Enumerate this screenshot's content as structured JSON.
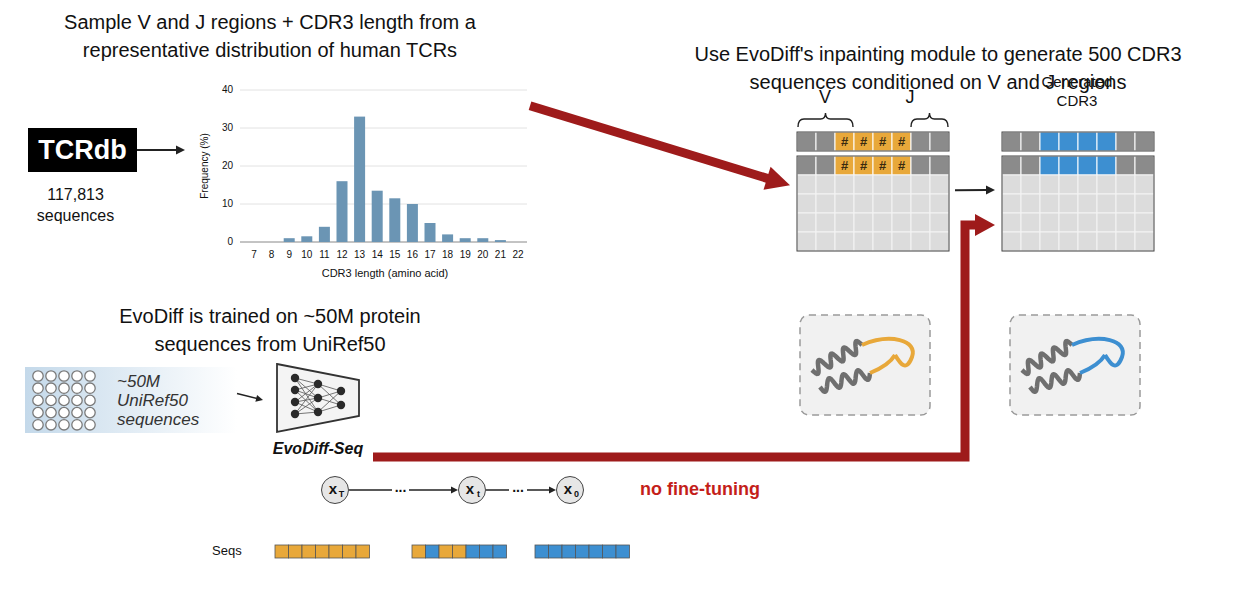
{
  "diagram": {
    "nodes": [
      {
        "text": [
          "TCRdb",
          "117,813 sequences"
        ]
      },
      {
        "text": [
          "Frequency (%)",
          "CDR3 length (amino acid)"
        ]
      },
      {
        "text": [
          "V",
          "J",
          "#",
          "#",
          "#",
          "#",
          "#",
          "#",
          "#",
          "#"
        ]
      },
      {
        "text": [
          "Generated CDR3"
        ]
      },
      {
        "text": [
          "~50M UniRef50 sequences"
        ]
      },
      {
        "text": [
          "EvoDiff-Seq"
        ]
      },
      {
        "text": [
          "x",
          "T"
        ]
      },
      {
        "text": [
          "x",
          "t"
        ]
      },
      {
        "text": [
          "x",
          "0"
        ]
      }
    ],
    "edges": [
      {
        "from": 0,
        "to": 1,
        "arrow": "to"
      },
      {
        "from": 1,
        "to": 2,
        "arrow": "to"
      },
      {
        "from": 2,
        "to": 3,
        "arrow": "to"
      },
      {
        "from": 4,
        "to": 5,
        "arrow": "to"
      },
      {
        "from": 5,
        "to": 3,
        "label": "no fine-tuning",
        "arrow": "to"
      },
      {
        "from": 6,
        "to": 7,
        "label": "...",
        "arrow": "to"
      },
      {
        "from": 7,
        "to": 8,
        "label": "...",
        "arrow": "to"
      }
    ],
    "labels": [
      "Sample V and J regions + CDR3 length from a representative distribution of human TCRs",
      "Use EvoDiff's inpainting module to generate 500 CDR3 sequences conditioned on V and J regions",
      "EvoDiff is trained on ~50M protein sequences from UniRef50",
      "40",
      "30",
      "20",
      "10",
      "0",
      "7",
      "8",
      "9",
      "10",
      "11",
      "12",
      "13",
      "14",
      "15",
      "16",
      "17",
      "18",
      "19",
      "20",
      "21",
      "22",
      "Seqs"
    ]
  }
}
